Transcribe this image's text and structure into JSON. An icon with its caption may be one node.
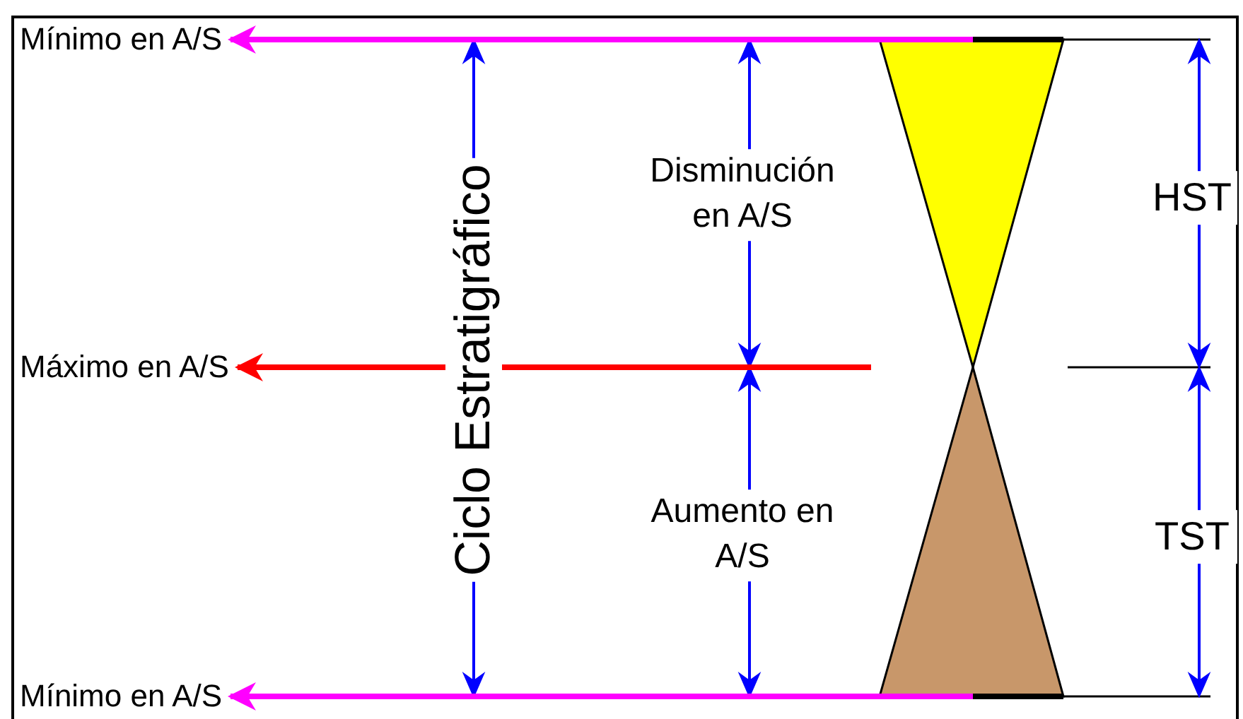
{
  "diagram": {
    "nodes": [
      {
        "text": [
          "Mínimo en A/S"
        ]
      },
      {
        "text": [
          "Máximo en A/S"
        ]
      },
      {
        "text": [
          "Mínimo en A/S"
        ]
      },
      {
        "text": [],
        "shape": "triangle"
      },
      {
        "text": [],
        "shape": "triangle"
      }
    ],
    "edges": [
      {
        "from": 3,
        "to": 0,
        "arrow": "to"
      },
      {
        "from": null,
        "to": 1,
        "arrow": "to",
        "color": "#ff0000"
      },
      {
        "from": 4,
        "to": 2,
        "arrow": "to"
      }
    ],
    "labels": [
      "Ciclo Estratigráfico",
      "Disminución en A/S",
      "Aumento en A/S",
      "HST",
      "TST"
    ]
  }
}
